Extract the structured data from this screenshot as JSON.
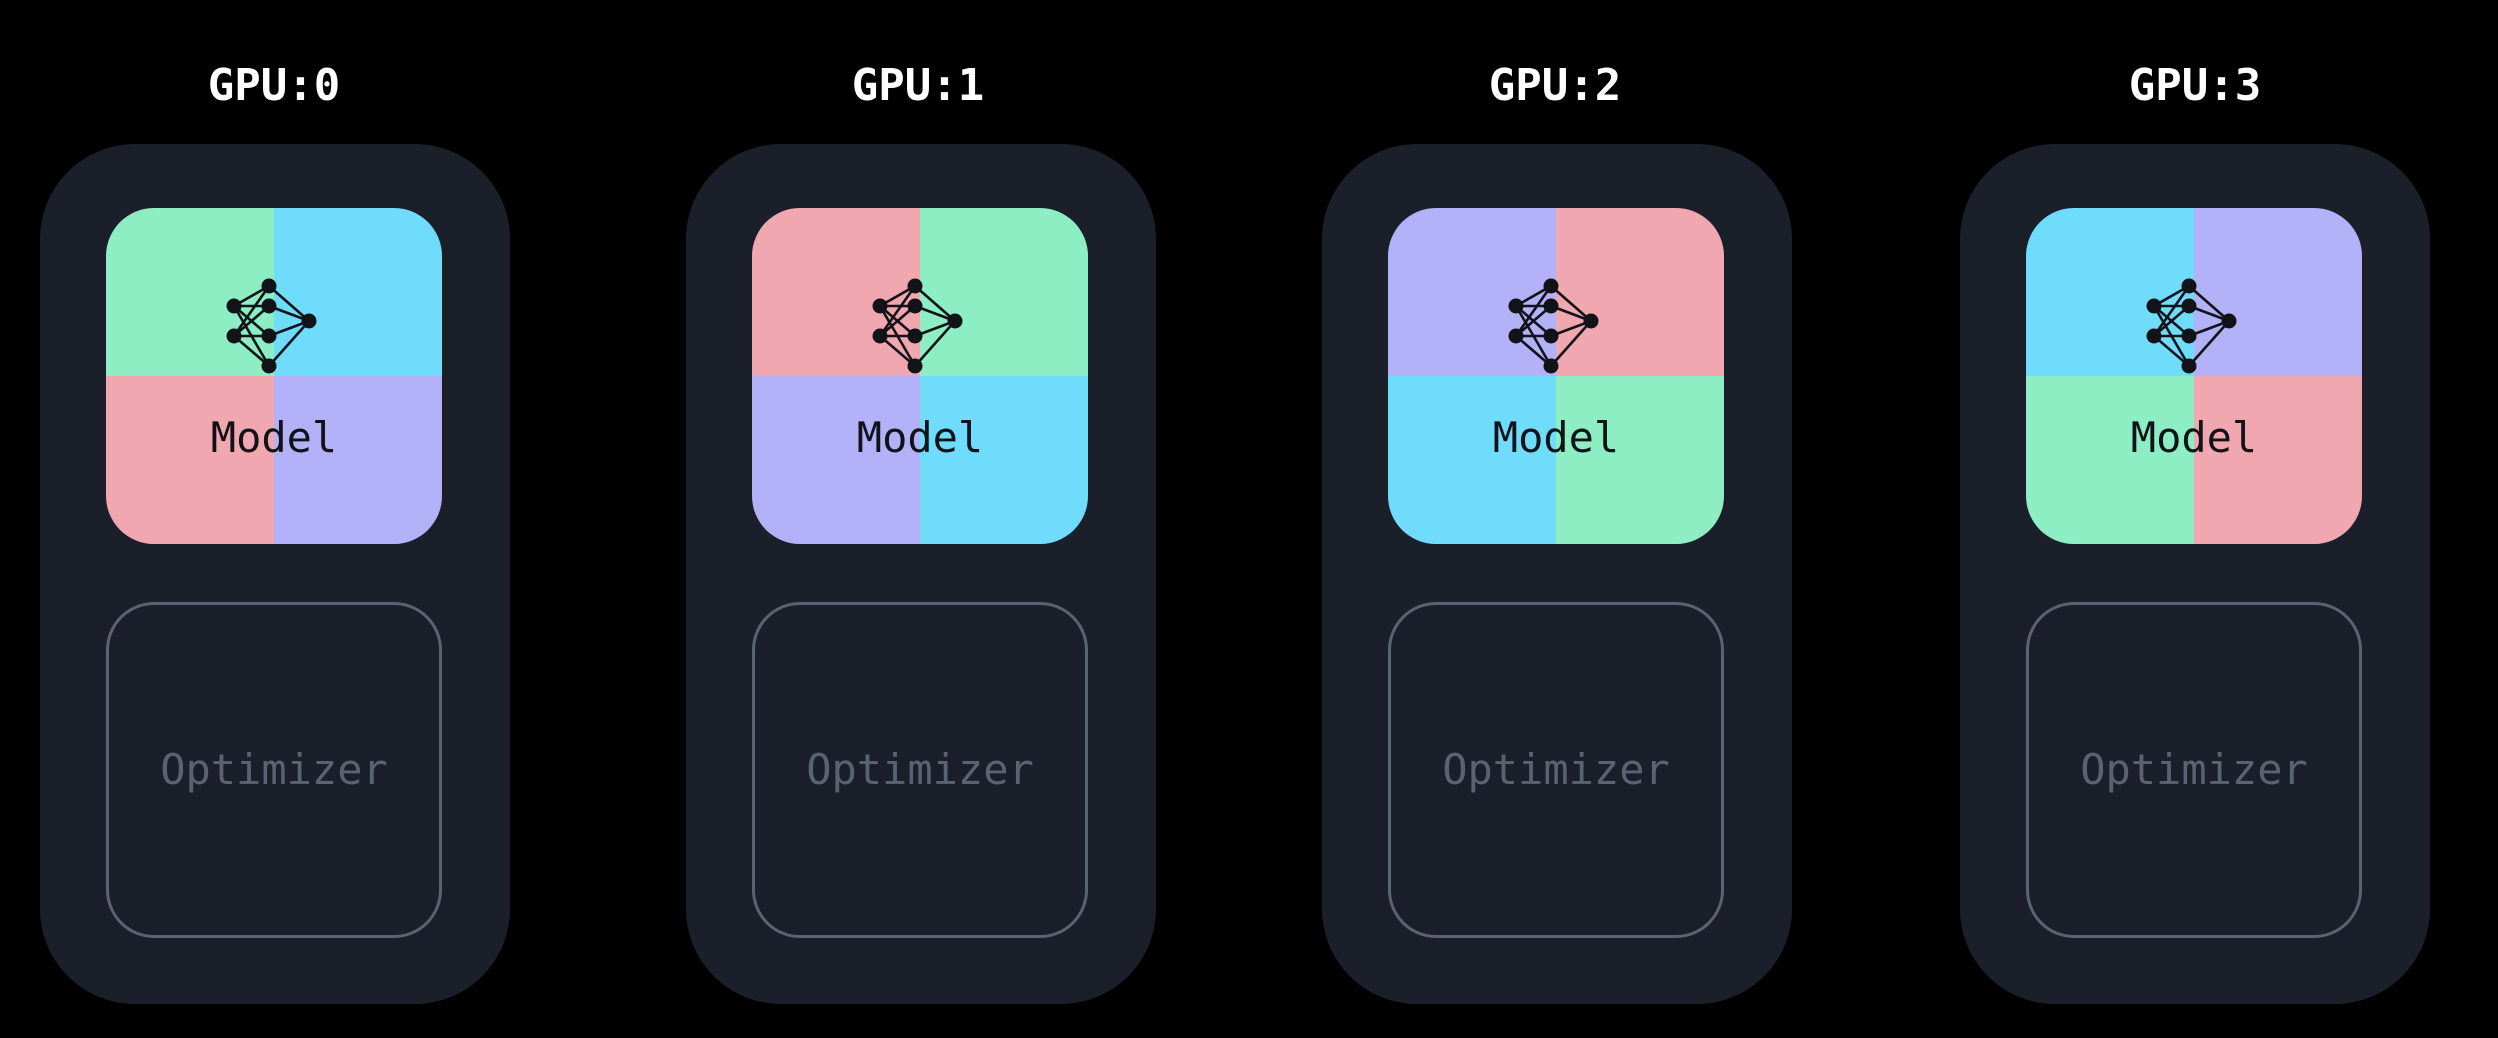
{
  "colors": {
    "background": "#000000",
    "card": "#1b1f29",
    "green": "#8ceec2",
    "cyan": "#6fdcfb",
    "pink": "#f1a7b0",
    "lavender": "#b3b1f8",
    "optimizer_outline": "#5b6271"
  },
  "gpus": [
    {
      "label": "GPU:0",
      "model_label": "Model",
      "optimizer_label": "Optimizer",
      "model_icon": "neural-network-icon",
      "quadrants": {
        "top_left": "#8ceec2",
        "top_right": "#6fdcfb",
        "bottom_left": "#f1a7b0",
        "bottom_right": "#b3b1f8"
      }
    },
    {
      "label": "GPU:1",
      "model_label": "Model",
      "optimizer_label": "Optimizer",
      "model_icon": "neural-network-icon",
      "quadrants": {
        "top_left": "#f1a7b0",
        "top_right": "#8ceec2",
        "bottom_left": "#b3b1f8",
        "bottom_right": "#6fdcfb"
      }
    },
    {
      "label": "GPU:2",
      "model_label": "Model",
      "optimizer_label": "Optimizer",
      "model_icon": "neural-network-icon",
      "quadrants": {
        "top_left": "#b3b1f8",
        "top_right": "#f1a7b0",
        "bottom_left": "#6fdcfb",
        "bottom_right": "#8ceec2"
      }
    },
    {
      "label": "GPU:3",
      "model_label": "Model",
      "optimizer_label": "Optimizer",
      "model_icon": "neural-network-icon",
      "quadrants": {
        "top_left": "#6fdcfb",
        "top_right": "#b3b1f8",
        "bottom_left": "#8ceec2",
        "bottom_right": "#f1a7b0"
      }
    }
  ]
}
